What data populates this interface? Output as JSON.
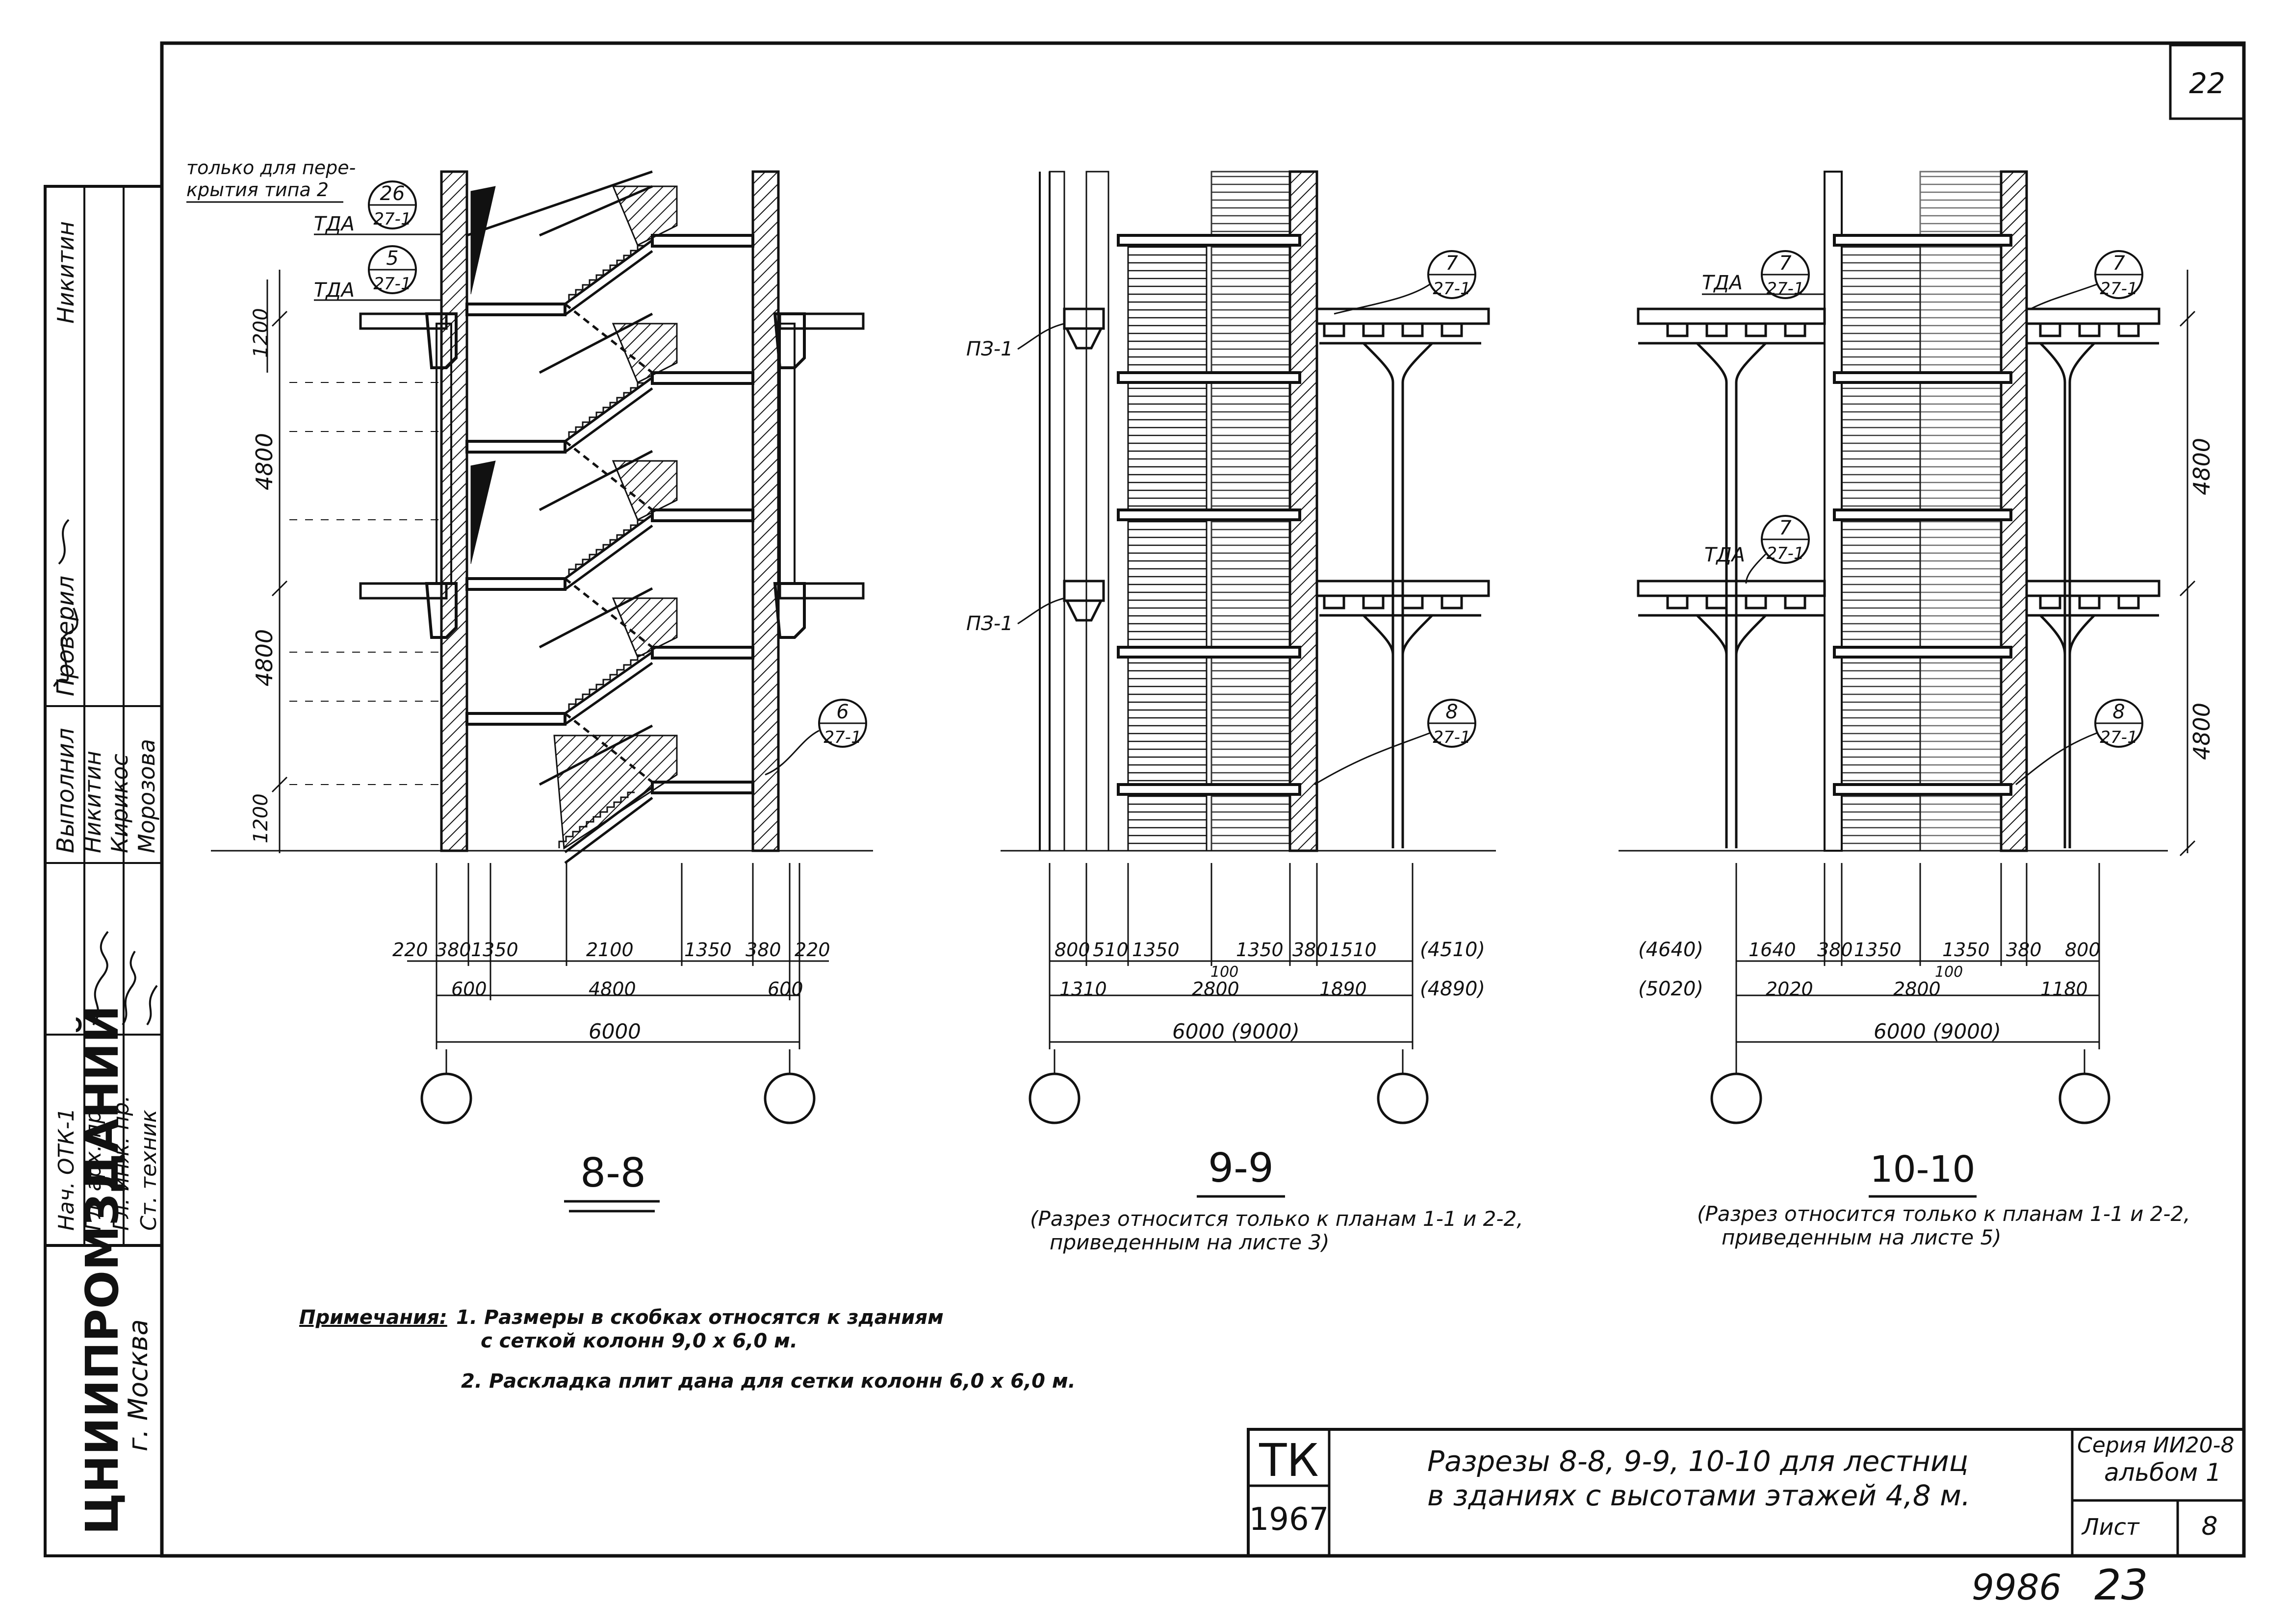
{
  "sheet": {
    "page_number": "22",
    "handwritten_footer": "9986",
    "handwritten_footer_page": "23"
  },
  "left_stamp": {
    "organization": "ЦНИИПРОМЗДАНИЙ",
    "city": "г. Москва",
    "roles": [
      "Нач. ОТК-1",
      "Гл. арх. пр.",
      "Гл. инж. пр.",
      "Ст. техник"
    ],
    "executed_label": "Выполнил",
    "executed_names": [
      "Никитин",
      "Кирикос",
      "Морозова"
    ],
    "checked_label": "Проверил",
    "checked_name": "Никитин"
  },
  "sections": {
    "s88": {
      "title": "8-8",
      "note_top": [
        "только для пере-",
        "крытия типа 2"
      ],
      "tags": [
        {
          "code": "ТДА",
          "num": "26",
          "ref": "27-1"
        },
        {
          "code": "ТДА",
          "num": "5",
          "ref": "27-1"
        },
        {
          "code": "",
          "num": "6",
          "ref": "27-1"
        }
      ],
      "vertical_dims": [
        "1200",
        "4800",
        "4800",
        "1200"
      ],
      "dims_row1": [
        "220",
        "380",
        "1350",
        "2100",
        "1350",
        "380",
        "220"
      ],
      "dims_row2": [
        "600",
        "4800",
        "600"
      ],
      "dims_row3": "6000"
    },
    "s99": {
      "title": "9-9",
      "subtitle": [
        "(Разрез относится только к планам 1-1 и 2-2,",
        "приведенным на листе 3)"
      ],
      "labels": [
        "ПЗ-1",
        "ПЗ-1"
      ],
      "tags": [
        {
          "num": "7",
          "ref": "27-1"
        },
        {
          "num": "8",
          "ref": "27-1"
        }
      ],
      "dims_row1": [
        "800",
        "510",
        "1350",
        "1350",
        "380",
        "1510"
      ],
      "dims_row1_bracket": "(4510)",
      "dims_row1_small": "100",
      "dims_row2": [
        "1310",
        "2800",
        "1890"
      ],
      "dims_row2_bracket": "(4890)",
      "dims_row3": "6000 (9000)"
    },
    "s1010": {
      "title": "10-10",
      "subtitle": [
        "(Разрез относится только к планам 1-1 и 2-2,",
        "приведенным на листе 5)"
      ],
      "tags": [
        {
          "code": "ТДА",
          "num": "7",
          "ref": "27-1"
        },
        {
          "code": "",
          "num": "7",
          "ref": "27-1"
        },
        {
          "code": "ТДА",
          "num": "7",
          "ref": "27-1"
        },
        {
          "code": "",
          "num": "8",
          "ref": "27-1"
        }
      ],
      "vertical_dims": [
        "4800",
        "4800"
      ],
      "dims_row1_bracket": "(4640)",
      "dims_row1": [
        "1640",
        "380",
        "1350",
        "1350",
        "380",
        "800"
      ],
      "dims_row1_small": "100",
      "dims_row2_bracket": "(5020)",
      "dims_row2": [
        "2020",
        "2800",
        "1180"
      ],
      "dims_row3": "6000 (9000)"
    }
  },
  "notes": {
    "label": "Примечания:",
    "items": [
      "1. Размеры в скобках относятся к зданиям",
      "с сеткой колонн 9,0 х 6,0 м.",
      "2. Раскладка плит дана для сетки колонн 6,0 х 6,0 м."
    ]
  },
  "title_block": {
    "tk": "ТК",
    "year": "1967",
    "title_line1": "Разрезы 8-8, 9-9, 10-10 для лестниц",
    "title_line2": "в зданиях с высотами этажей 4,8 м.",
    "series": "Серия ИИ20-8",
    "album": "альбом 1",
    "sheet_label": "Лист",
    "sheet_no": "8"
  }
}
